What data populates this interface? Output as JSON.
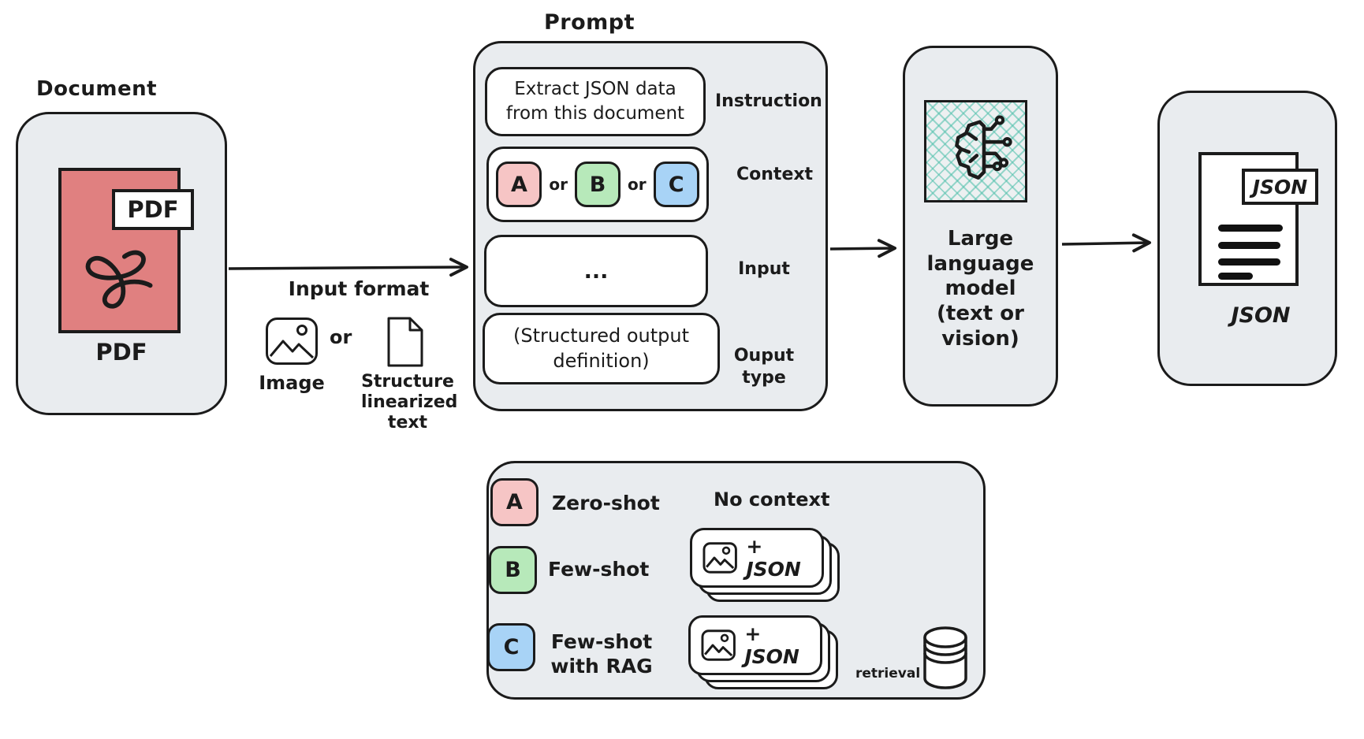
{
  "document": {
    "title": "Document",
    "badge": "PDF",
    "caption": "PDF"
  },
  "input_format": {
    "title": "Input format",
    "or": "or",
    "image_caption": "Image",
    "text_caption": "Structure linearized text"
  },
  "prompt": {
    "title": "Prompt",
    "instruction_text": "Extract JSON data from this document",
    "instruction_label": "Instruction",
    "chip_a": "A",
    "or1": "or",
    "chip_b": "B",
    "or2": "or",
    "chip_c": "C",
    "context_label": "Context",
    "input_text": "...",
    "input_label": "Input",
    "output_text": "(Structured output definition)",
    "output_label": "Ouput type"
  },
  "llm": {
    "caption": "Large language model (text or vision)"
  },
  "json_output": {
    "badge": "JSON",
    "caption": "JSON"
  },
  "legend": {
    "row_a": {
      "chip": "A",
      "label": "Zero-shot",
      "note": "No context"
    },
    "row_b": {
      "chip": "B",
      "label": "Few-shot",
      "card_text": "+ JSON"
    },
    "row_c": {
      "chip": "C",
      "label": "Few-shot with RAG",
      "card_text": "+ JSON",
      "retrieval": "retrieval"
    }
  },
  "colors": {
    "panel_gray": "#e9ecef",
    "ink": "#1b1b1b",
    "pdf_red": "#e08080",
    "chip_pink": "#f6c5c5",
    "chip_green": "#b7e9ba",
    "chip_blue": "#a8d3f6",
    "hatch_teal": "#4dbfaa"
  }
}
